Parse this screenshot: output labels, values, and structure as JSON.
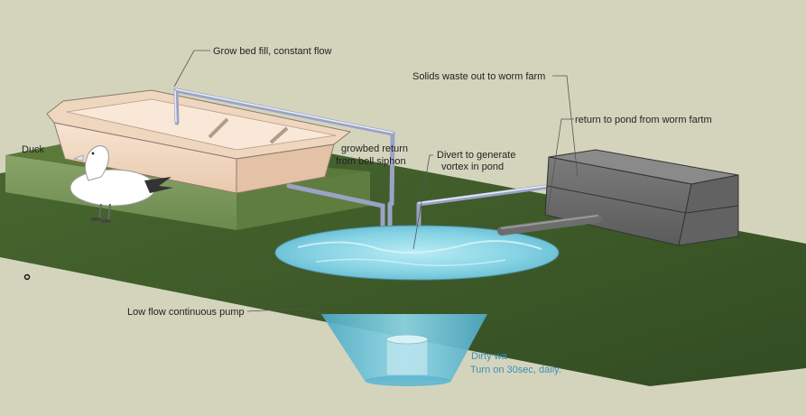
{
  "labels": {
    "grow_bed_fill": "Grow bed fill, constant flow",
    "solids_waste": "Solids waste  out to worm farm",
    "return_to_pond": "return to pond from worm fartm",
    "growbed_return_1": "growbed return",
    "growbed_return_2": "from bell siphon",
    "divert_1": "Divert to generate",
    "divert_2": "vortex in pond",
    "low_flow_pump": "Low flow continuous pump",
    "dirty_water": "Dirty wa",
    "turn_on": "Turn on 30sec, daily.",
    "duck_partial": "Duck"
  },
  "colors": {
    "background": "#d4d4bd",
    "grass": "#3d5a2a",
    "pond_water": "#7ecfe0",
    "grow_bed": "#f2d9c4",
    "worm_farm": "#6e6e6e",
    "pipe": "#9aa3c6"
  }
}
